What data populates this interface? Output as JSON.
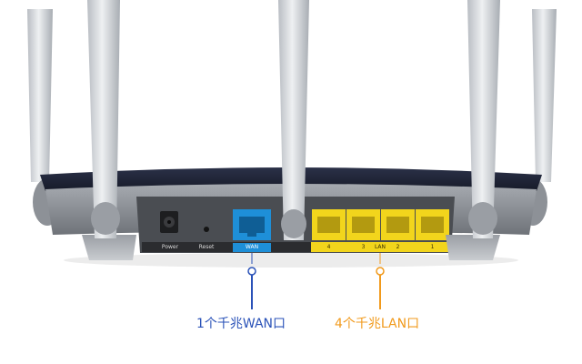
{
  "panel": {
    "power_label": "Power",
    "reset_label": "Reset",
    "wan_label": "WAN",
    "lan_label": "LAN",
    "lan_ports": [
      "4",
      "3",
      "2",
      "1"
    ]
  },
  "callouts": {
    "wan_text": "1个千兆WAN口",
    "lan_text": "4个千兆LAN口"
  },
  "colors": {
    "wan_port": "#1e8fd8",
    "lan_port": "#f2d51c",
    "wan_callout": "#2a52b8",
    "lan_callout": "#f19a1c",
    "router_top": "#1c2236",
    "router_body": "#8a8e95",
    "antenna": "#d7dade"
  }
}
